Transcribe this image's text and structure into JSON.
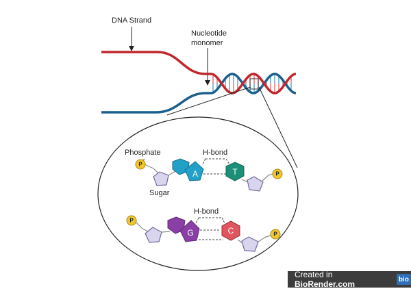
{
  "labels": {
    "dna_strand": "DNA Strand",
    "nucleotide_line1": "Nucleotide",
    "nucleotide_line2": "monomer",
    "phosphate": "Phosphate",
    "sugar": "Sugar",
    "hbond_top": "H-bond",
    "hbond_bottom": "H-bond"
  },
  "bases": {
    "a": "A",
    "t": "T",
    "g": "G",
    "c": "C"
  },
  "phosphate_symbol": "P",
  "watermark": {
    "prefix": "Created in ",
    "brand": "BioRender.com",
    "logo": "bio"
  },
  "colors": {
    "strand_red": "#c0262d",
    "strand_blue": "#1a5f8e",
    "rung_red": "#e56a6a",
    "rung_blue": "#5aa0c8",
    "adenine": "#22a0c8",
    "thymine": "#1c8f78",
    "guanine": "#8a3fa6",
    "cytosine": "#e0555e",
    "sugar_fill": "#d9d5ee",
    "sugar_stroke": "#6e6a98",
    "phosphate_fill": "#f1c62a",
    "phosphate_stroke": "#a88a10"
  }
}
